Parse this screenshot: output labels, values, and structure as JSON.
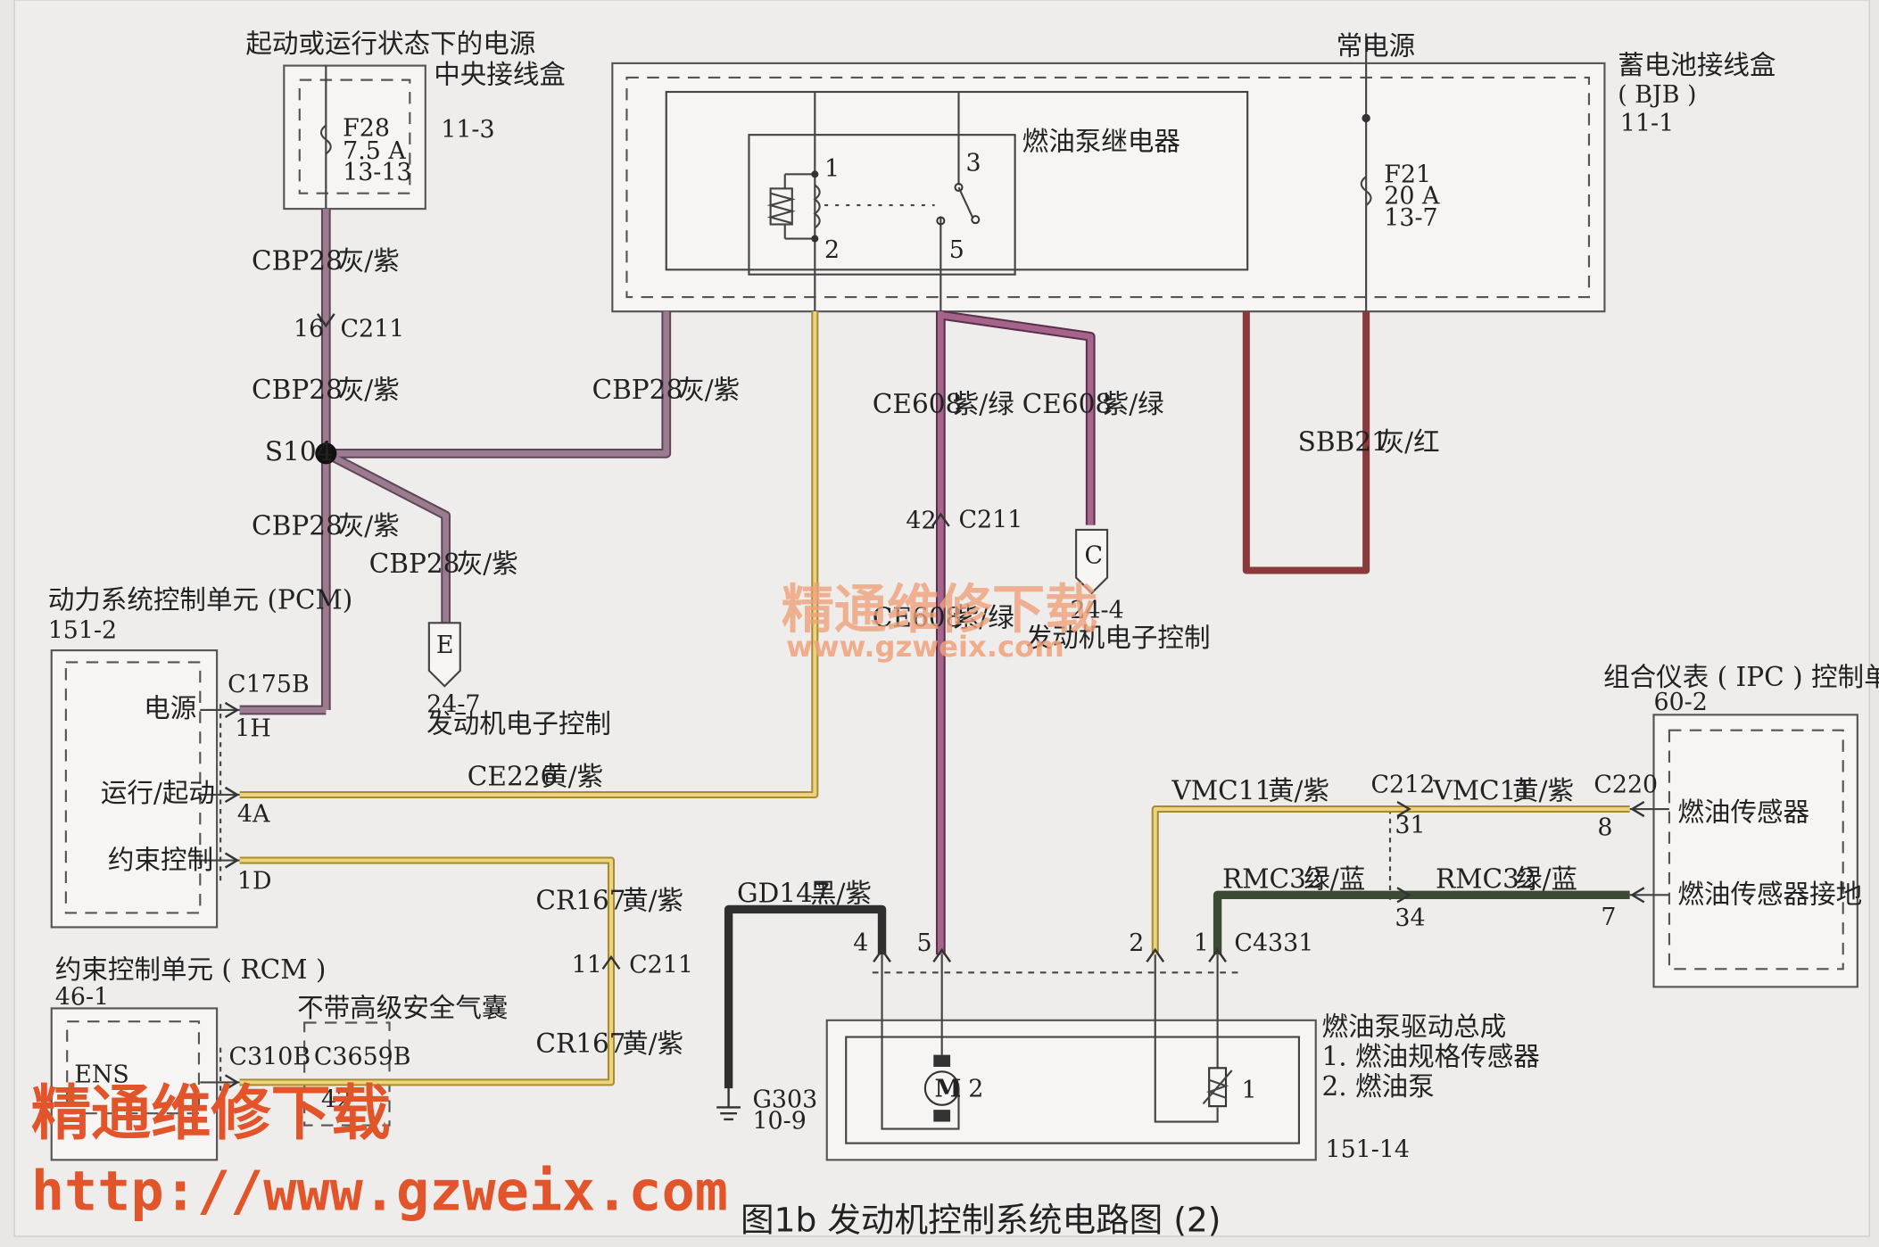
{
  "caption": "图1b 发动机控制系统电路图 (2)",
  "colors": {
    "gray_violet": "#8a6a7e",
    "violet": "#93587c",
    "violet_green": "#9b5c86",
    "yellow": "#e4c25a",
    "green": "#3b4a33",
    "black": "#333333",
    "dark_red": "#8a3a3a",
    "watermark": "#e2542a"
  },
  "labels": {
    "power_run_start": "起动或运行状态下的电源",
    "cjb": "中央接线盒",
    "cjb_ref": "11-3",
    "f28": "F28",
    "f28_amp": "7.5 A",
    "f28_loc": "13-13",
    "constant_power": "常电源",
    "bjb": "蓄电池接线盒",
    "bjb_abbr": "( BJB )",
    "bjb_ref": "11-1",
    "relay": "燃油泵继电器",
    "relay_pin1": "1",
    "relay_pin2": "2",
    "relay_pin3": "3",
    "relay_pin5": "5",
    "f21": "F21",
    "f21_amp": "20 A",
    "f21_loc": "13-7",
    "cbp28": "CBP28",
    "gray_violet": "灰/紫",
    "pin16": "16",
    "c211": "C211",
    "s104": "S104",
    "ce608": "CE608",
    "violet_green": "紫/绿",
    "pin42": "42",
    "sbb21": "SBB21",
    "gray_red": "灰/红",
    "conn_c": "C",
    "ref_24_4": "24-4",
    "engine_ctrl": "发动机电子控制",
    "conn_e": "E",
    "ref_24_7": "24-7",
    "pcm": "动力系统控制单元 (PCM)",
    "pcm_ref": "151-2",
    "c175b": "C175B",
    "power": "电源",
    "pin_1h": "1H",
    "run_start": "运行/起动",
    "pin_4a": "4A",
    "restraint": "约束控制",
    "pin_1d": "1D",
    "ce226": "CE226",
    "yellow_violet": "黄/紫",
    "cr167": "CR167",
    "pin11": "11",
    "rcm": "约束控制单元 ( RCM )",
    "rcm_ref": "46-1",
    "no_airbag": "不带高级安全气囊",
    "c310b": "C310B",
    "c3659b": "C3659B",
    "ens": "ENS",
    "pin42b": "42",
    "gd147": "GD147",
    "black_violet": "黑/紫",
    "g303": "G303",
    "g303_ref": "10-9",
    "pin4": "4",
    "pin5": "5",
    "pin2": "2",
    "pin1": "1",
    "c4331": "C4331",
    "vmc11": "VMC11",
    "c212": "C212",
    "pin31": "31",
    "c220": "C220",
    "pin8": "8",
    "rmc32": "RMC32",
    "green_blue": "绿/蓝",
    "pin34": "34",
    "pin7": "7",
    "ipc": "组合仪表 ( IPC ) 控制单元",
    "ipc_ref": "60-2",
    "fuel_sensor": "燃油传感器",
    "fuel_sensor_gnd": "燃油传感器接地",
    "pump_assembly": "燃油泵驱动总成",
    "pump_item1": "1. 燃油规格传感器",
    "pump_item2": "2. 燃油泵",
    "pump_ref": "151-14",
    "motor_m": "M",
    "motor_pin": "2",
    "sensor_pin": "1"
  },
  "watermark": {
    "site_name": "精通维修下载",
    "url": "http://www.gzweix.com",
    "center_name": "精通维修下载",
    "center_url": "www.gzweix.com"
  }
}
